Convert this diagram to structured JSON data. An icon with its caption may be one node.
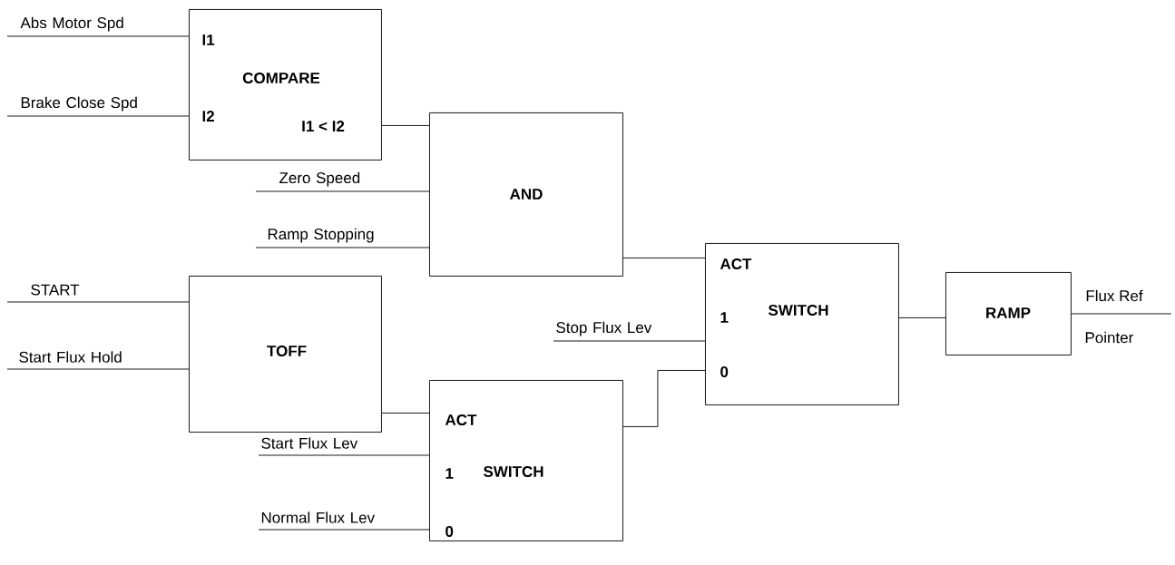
{
  "diagram": {
    "nodes": [
      {
        "text": [
          "Abs Motor Spd"
        ]
      },
      {
        "text": [
          "Brake Close Spd"
        ]
      },
      {
        "text": [
          "I1",
          "COMPARE",
          "I2",
          "I1 < I2"
        ]
      },
      {
        "text": [
          "Zero Speed"
        ]
      },
      {
        "text": [
          "Ramp Stopping"
        ]
      },
      {
        "text": [
          "AND"
        ]
      },
      {
        "text": [
          "START"
        ]
      },
      {
        "text": [
          "Start Flux Hold"
        ]
      },
      {
        "text": [
          "TOFF"
        ]
      },
      {
        "text": [
          "Stop Flux Lev"
        ]
      },
      {
        "text": [
          "ACT",
          "1",
          "SWITCH",
          "0"
        ]
      },
      {
        "text": [
          "RAMP"
        ]
      },
      {
        "text": [
          "Start Flux Lev"
        ]
      },
      {
        "text": [
          "Normal Flux Lev"
        ]
      },
      {
        "text": [
          "ACT",
          "SWITCH",
          "1",
          "0"
        ]
      }
    ],
    "edges": [
      {
        "from": 0,
        "to": 2,
        "arrow": "none"
      },
      {
        "from": 1,
        "to": 2,
        "arrow": "none"
      },
      {
        "from": 2,
        "to": 5,
        "arrow": "none"
      },
      {
        "from": 3,
        "to": 5,
        "arrow": "none"
      },
      {
        "from": 4,
        "to": 5,
        "arrow": "none"
      },
      {
        "from": 5,
        "to": 10,
        "arrow": "none"
      },
      {
        "from": 6,
        "to": 8,
        "arrow": "none"
      },
      {
        "from": 7,
        "to": 8,
        "arrow": "none"
      },
      {
        "from": 8,
        "to": 14,
        "arrow": "none"
      },
      {
        "from": 9,
        "to": 10,
        "arrow": "none"
      },
      {
        "from": 12,
        "to": 14,
        "arrow": "none"
      },
      {
        "from": 13,
        "to": 14,
        "arrow": "none"
      },
      {
        "from": 14,
        "to": 10,
        "arrow": "none"
      },
      {
        "from": 10,
        "to": 11,
        "arrow": "none"
      },
      {
        "from": 11,
        "to": null,
        "arrow": "none",
        "label": "Flux Ref"
      }
    ],
    "labels": [
      "Pointer"
    ]
  }
}
